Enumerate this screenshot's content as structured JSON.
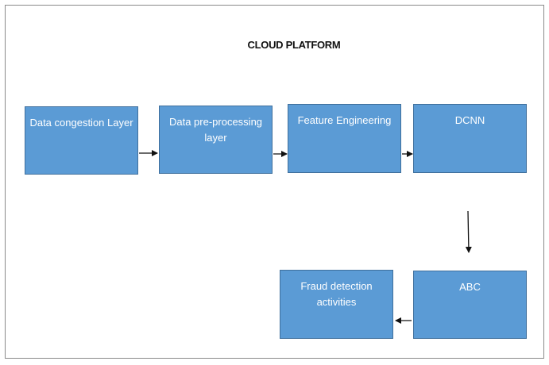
{
  "diagram": {
    "title": "CLOUD PLATFORM",
    "box_color": "#5b9bd5",
    "arrow_color": "#111111",
    "nodes": [
      {
        "id": "data-congestion",
        "label": "Data congestion Layer"
      },
      {
        "id": "data-preprocessing",
        "label": "Data pre-processing layer"
      },
      {
        "id": "feature-engineering",
        "label": "Feature Engineering"
      },
      {
        "id": "dcnn",
        "label": "DCNN"
      },
      {
        "id": "abc",
        "label": "ABC"
      },
      {
        "id": "fraud-detection",
        "label": "Fraud detection activities"
      }
    ],
    "edges": [
      {
        "from": "data-congestion",
        "to": "data-preprocessing"
      },
      {
        "from": "data-preprocessing",
        "to": "feature-engineering"
      },
      {
        "from": "feature-engineering",
        "to": "dcnn"
      },
      {
        "from": "dcnn",
        "to": "abc"
      },
      {
        "from": "abc",
        "to": "fraud-detection"
      }
    ]
  }
}
